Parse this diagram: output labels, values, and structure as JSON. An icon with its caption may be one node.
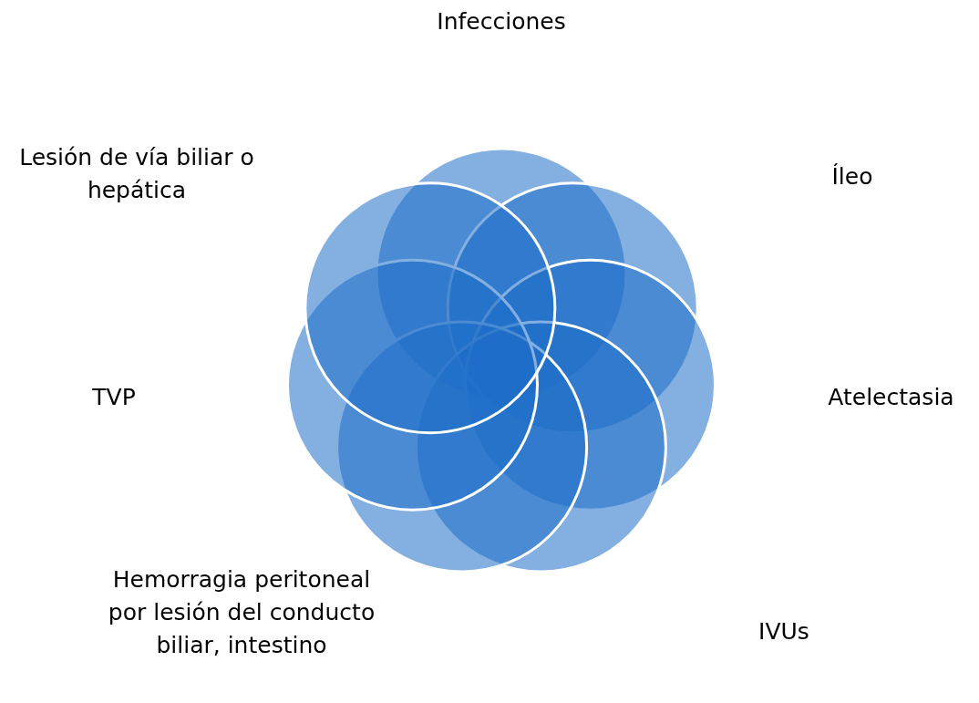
{
  "diagram": {
    "nodes": [
      {
        "text": [],
        "shape": "circle"
      },
      {
        "text": [],
        "shape": "circle"
      },
      {
        "text": [],
        "shape": "circle"
      },
      {
        "text": [],
        "shape": "circle"
      },
      {
        "text": [],
        "shape": "circle"
      },
      {
        "text": [],
        "shape": "circle"
      },
      {
        "text": [],
        "shape": "circle"
      }
    ],
    "labels": [
      "Infecciones",
      "Lesión de vía biliar o hepática",
      "Íleo",
      "TVP",
      "Atelectasia",
      "Hemorragia peritoneal por lesión del conducto biliar, intestino",
      "IVUs"
    ]
  }
}
